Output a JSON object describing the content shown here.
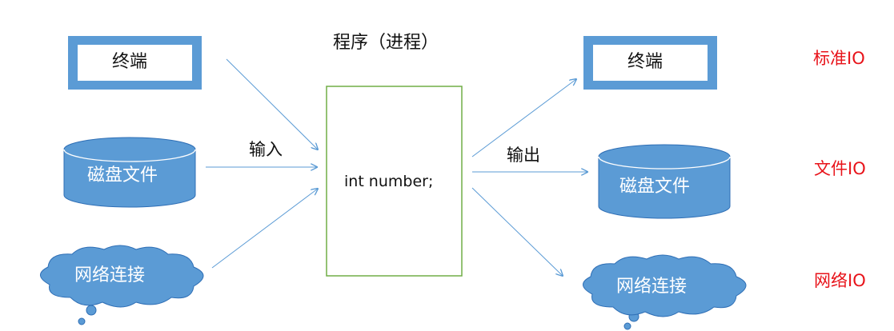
{
  "diagram": {
    "program_title": "程序（进程）",
    "program_code": "int number;",
    "input_label": "输入",
    "output_label": "输出",
    "sources": {
      "terminal": "终端",
      "disk_file": "磁盘文件",
      "network": "网络连接"
    },
    "targets": {
      "terminal": "终端",
      "disk_file": "磁盘文件",
      "network": "网络连接"
    },
    "categories": {
      "standard_io": "标准IO",
      "file_io": "文件IO",
      "network_io": "网络IO"
    }
  },
  "colors": {
    "box_blue": "#5b9bd5",
    "box_border": "#2e6eb5",
    "program_border": "#70ad47",
    "arrow": "#5b9bd5",
    "category_red": "#e8131a"
  }
}
